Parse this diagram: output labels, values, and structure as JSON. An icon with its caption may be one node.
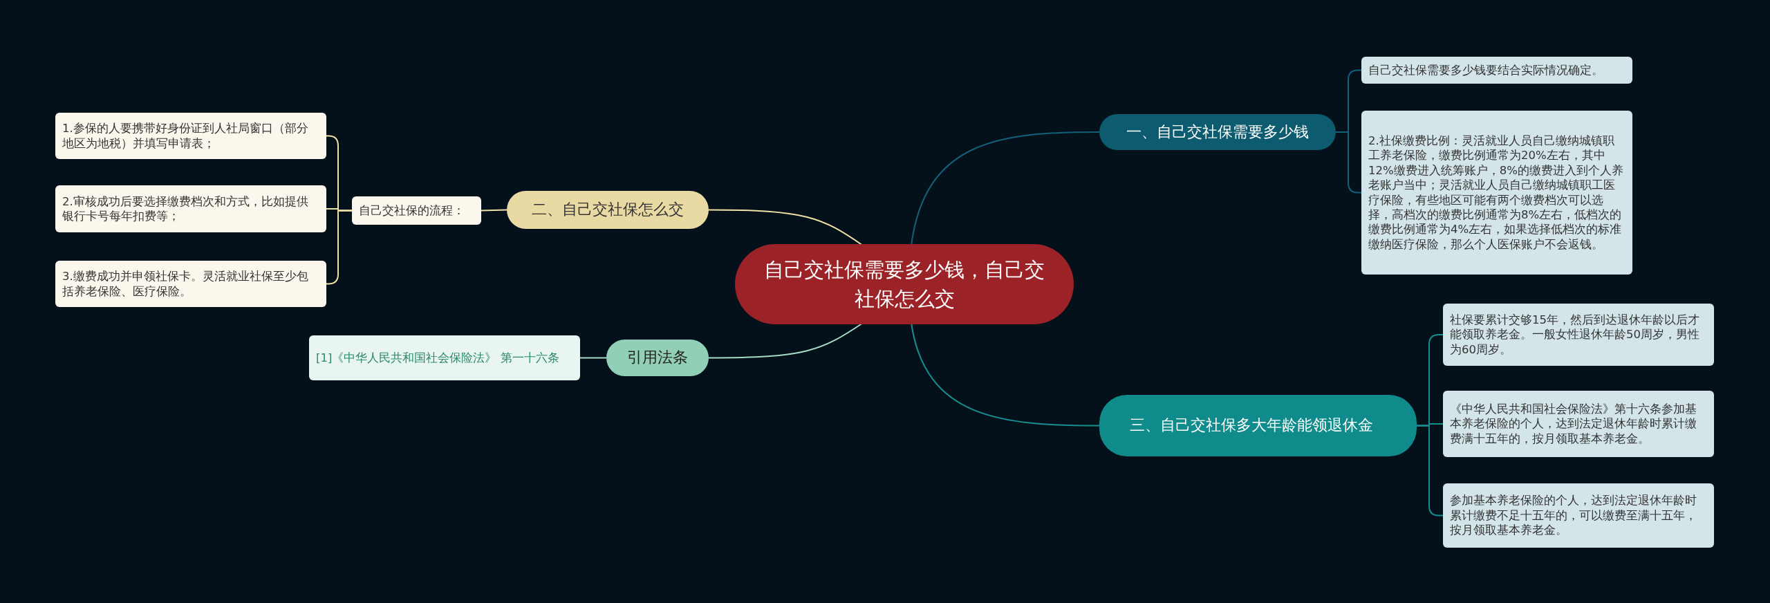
{
  "diagram": {
    "nodes": [
      {
        "text": [
          "自己交社保需要多少钱，自己交社保怎么交"
        ]
      },
      {
        "text": [
          "一、自己交社保需要多少钱"
        ]
      },
      {
        "text": [
          "自己交社保需要多少钱要结合实际情况确定。"
        ]
      },
      {
        "text": [
          "2.社保缴费比例：灵活就业人员自己缴纳城镇职工养老保险，缴费比例通常为20%左右，其中12%缴费进入统筹账户，8%的缴费进入到个人养老账户当中；灵活就业人员自己缴纳城镇职工医疗保险，有些地区可能有两个缴费档次可以选择，高档次的缴费比例通常为8%左右，低档次的缴费比例通常为4%左右，如果选择低档次的标准缴纳医疗保险，那么个人医保账户不会返钱。"
        ]
      },
      {
        "text": [
          "三、自己交社保多大年龄能领退休金"
        ]
      },
      {
        "text": [
          "社保要累计交够15年，然后到达退休年龄以后才能领取养老金。一般女性退休年龄50周岁，男性为60周岁。"
        ]
      },
      {
        "text": [
          "《中华人民共和国社会保险法》第十六条参加基本养老保险的个人，达到法定退休年龄时累计缴费满十五年的，按月领取基本养老金。"
        ]
      },
      {
        "text": [
          "参加基本养老保险的个人，达到法定退休年龄时累计缴费不足十五年的，可以缴费至满十五年，按月领取基本养老金。"
        ]
      },
      {
        "text": [
          "二、自己交社保怎么交"
        ]
      },
      {
        "text": [
          "自己交社保的流程："
        ]
      },
      {
        "text": [
          "1.参保的人要携带好身份证到人社局窗口（部分地区为地税）并填写申请表；"
        ]
      },
      {
        "text": [
          "2.审核成功后要选择缴费档次和方式，比如提供银行卡号每年扣费等；"
        ]
      },
      {
        "text": [
          "3.缴费成功并申领社保卡。灵活就业社保至少包括养老保险、医疗保险。"
        ]
      },
      {
        "text": [
          "引用法条"
        ]
      },
      {
        "text": [
          "[1]《中华人民共和国社会保险法》 第一十六条"
        ]
      }
    ],
    "edges": [
      {
        "from": 0,
        "to": 1,
        "arrow": "none",
        "color": "#13607a"
      },
      {
        "from": 1,
        "to": 2,
        "arrow": "none",
        "color": "#13607a"
      },
      {
        "from": 1,
        "to": 3,
        "arrow": "none",
        "color": "#13607a"
      },
      {
        "from": 0,
        "to": 4,
        "arrow": "none",
        "color": "#15908f"
      },
      {
        "from": 4,
        "to": 5,
        "arrow": "none",
        "color": "#15908f"
      },
      {
        "from": 4,
        "to": 6,
        "arrow": "none",
        "color": "#15908f"
      },
      {
        "from": 4,
        "to": 7,
        "arrow": "none",
        "color": "#15908f"
      },
      {
        "from": 0,
        "to": 8,
        "arrow": "none",
        "color": "#f1e2a8"
      },
      {
        "from": 8,
        "to": 9,
        "arrow": "none",
        "color": "#f1e2a8"
      },
      {
        "from": 9,
        "to": 10,
        "arrow": "none",
        "color": "#f1e2a8"
      },
      {
        "from": 9,
        "to": 11,
        "arrow": "none",
        "color": "#f1e2a8"
      },
      {
        "from": 9,
        "to": 12,
        "arrow": "none",
        "color": "#f1e2a8"
      },
      {
        "from": 0,
        "to": 13,
        "arrow": "none",
        "color": "#a6dcc6"
      },
      {
        "from": 13,
        "to": 14,
        "arrow": "none",
        "color": "#a6dcc6"
      }
    ]
  }
}
